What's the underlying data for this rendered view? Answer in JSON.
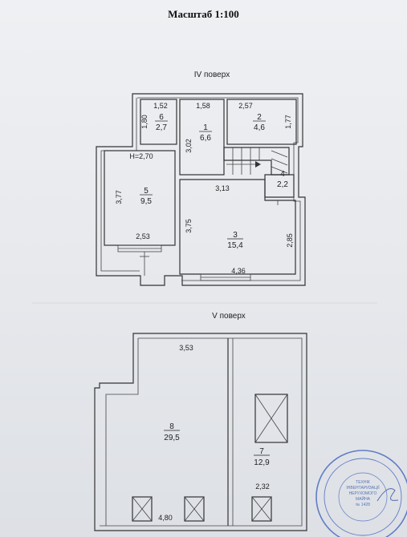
{
  "title": "Масштаб 1:100",
  "floor4": {
    "label": "IV поверх",
    "height_note": "H=2,70",
    "dims": {
      "top_left": "1,52",
      "top_mid": "1,58",
      "top_right": "2,57",
      "room6_side": "1,80",
      "room1_side": "3,02",
      "room2_side": "1,77",
      "room5_side": "3,77",
      "room5_bottom": "2,53",
      "room3_top": "3,13",
      "room3_left": "3,75",
      "room3_right": "2,85",
      "room3_bottom": "4,36"
    },
    "rooms": [
      {
        "num": "6",
        "area": "2,7"
      },
      {
        "num": "1",
        "area": "6,6"
      },
      {
        "num": "2",
        "area": "4,6"
      },
      {
        "num": "4",
        "area": "2,2"
      },
      {
        "num": "5",
        "area": "9,5"
      },
      {
        "num": "3",
        "area": "15,4"
      }
    ]
  },
  "floor5": {
    "label": "V поверх",
    "dims": {
      "top": "3,53",
      "bottom": "4,80",
      "right_room": "2,32"
    },
    "rooms": [
      {
        "num": "8",
        "area": "29,5"
      },
      {
        "num": "7",
        "area": "12,9"
      }
    ]
  },
  "stamp": {
    "lines": [
      "ТЕХНІК",
      "ІНВЕНТАРИЗАЦІЇ",
      "НЕРУХОМОГО",
      "МАЙНА",
      "№ 1428"
    ]
  }
}
